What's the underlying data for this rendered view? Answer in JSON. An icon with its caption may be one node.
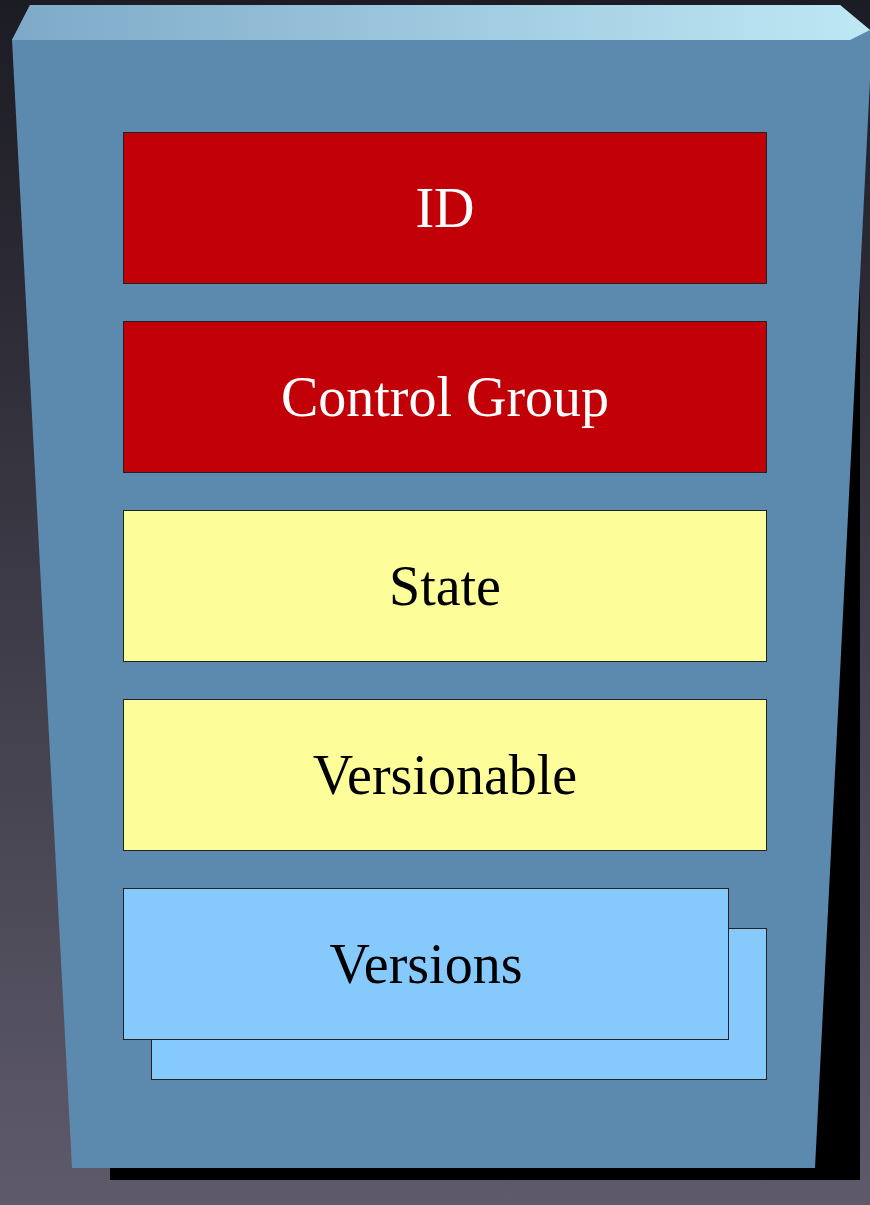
{
  "diagram": {
    "nodes": [
      {
        "text": [],
        "shape": "box"
      },
      {
        "text": [
          "ID"
        ],
        "in": 0
      },
      {
        "text": [
          "Control Group"
        ],
        "in": 0
      },
      {
        "text": [
          "State"
        ],
        "in": 0
      },
      {
        "text": [
          "Versionable"
        ],
        "in": 0
      },
      {
        "text": [
          "Versions"
        ],
        "in": 0
      }
    ]
  }
}
